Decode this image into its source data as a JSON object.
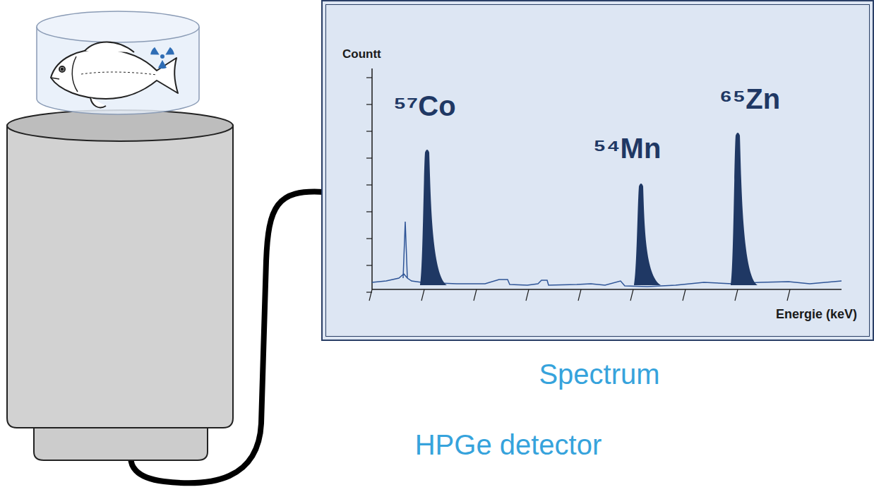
{
  "diagram": {
    "nodes": [
      {
        "text": [
          "Countt",
          "⁵⁷Co",
          "⁵⁴Mn",
          "⁶⁵Zn",
          "Energie (keV)",
          "Spectrum"
        ]
      }
    ],
    "labels": [
      "HPGe detector"
    ]
  }
}
